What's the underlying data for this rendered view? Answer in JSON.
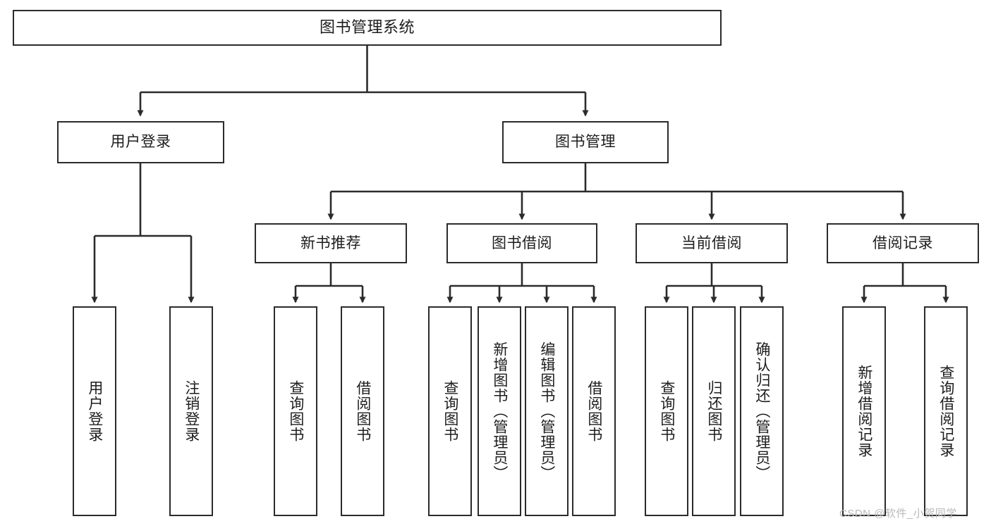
{
  "diagram": {
    "type": "tree-hierarchy-chart",
    "title": "图书管理系统",
    "colors": {
      "background": "#ffffff",
      "box_border": "#2b2b2b",
      "edge": "#2b2b2b",
      "text": "#1d1d1d",
      "watermark": "#b9b9b9"
    },
    "levels": {
      "root": {
        "label": "图书管理系统",
        "orientation": "horizontal"
      },
      "level2": [
        {
          "id": "user-login",
          "label": "用户登录",
          "orientation": "horizontal"
        },
        {
          "id": "book-management",
          "label": "图书管理",
          "orientation": "horizontal"
        }
      ],
      "level3": [
        {
          "id": "new-book-recommend",
          "label": "新书推荐",
          "orientation": "horizontal",
          "parent": "book-management"
        },
        {
          "id": "book-borrow",
          "label": "图书借阅",
          "orientation": "horizontal",
          "parent": "book-management"
        },
        {
          "id": "current-borrow",
          "label": "当前借阅",
          "orientation": "horizontal",
          "parent": "book-management"
        },
        {
          "id": "borrow-record",
          "label": "借阅记录",
          "orientation": "horizontal",
          "parent": "book-management"
        }
      ],
      "leaves": [
        {
          "id": "leaf-user-login",
          "label": "用户登录",
          "orientation": "vertical",
          "parent": "user-login"
        },
        {
          "id": "leaf-user-logout",
          "label": "注销登录",
          "orientation": "vertical",
          "parent": "user-login"
        },
        {
          "id": "leaf-query-book-1",
          "label": "查询图书",
          "orientation": "vertical",
          "parent": "new-book-recommend"
        },
        {
          "id": "leaf-borrow-book-1",
          "label": "借阅图书",
          "orientation": "vertical",
          "parent": "new-book-recommend"
        },
        {
          "id": "leaf-query-book-2",
          "label": "查询图书",
          "orientation": "vertical",
          "parent": "book-borrow"
        },
        {
          "id": "leaf-add-book",
          "label": "新增图书（管理员）",
          "orientation": "vertical",
          "parent": "book-borrow"
        },
        {
          "id": "leaf-edit-book",
          "label": "编辑图书（管理员）",
          "orientation": "vertical",
          "parent": "book-borrow"
        },
        {
          "id": "leaf-borrow-book-2",
          "label": "借阅图书",
          "orientation": "vertical",
          "parent": "book-borrow"
        },
        {
          "id": "leaf-query-book-3",
          "label": "查询图书",
          "orientation": "vertical",
          "parent": "current-borrow"
        },
        {
          "id": "leaf-return-book",
          "label": "归还图书",
          "orientation": "vertical",
          "parent": "current-borrow"
        },
        {
          "id": "leaf-confirm-return",
          "label": "确认归还（管理员）",
          "orientation": "vertical",
          "parent": "current-borrow"
        },
        {
          "id": "leaf-add-record",
          "label": "新增借阅记录",
          "orientation": "vertical",
          "parent": "borrow-record"
        },
        {
          "id": "leaf-query-record",
          "label": "查询借阅记录",
          "orientation": "vertical",
          "parent": "borrow-record"
        }
      ]
    },
    "watermark": "CSDN @软件_小贺同学"
  }
}
